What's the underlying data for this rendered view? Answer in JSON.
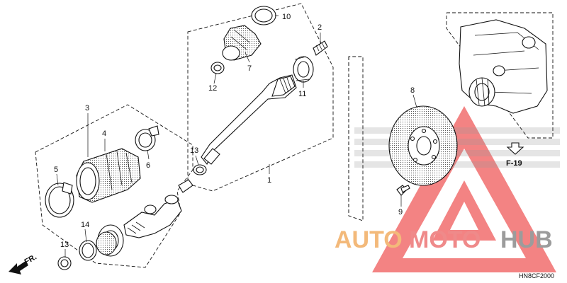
{
  "callouts": [
    {
      "id": "1",
      "label": "1"
    },
    {
      "id": "2",
      "label": "2"
    },
    {
      "id": "3",
      "label": "3"
    },
    {
      "id": "4",
      "label": "4"
    },
    {
      "id": "5",
      "label": "5"
    },
    {
      "id": "6",
      "label": "6"
    },
    {
      "id": "7",
      "label": "7"
    },
    {
      "id": "8",
      "label": "8"
    },
    {
      "id": "9",
      "label": "9"
    },
    {
      "id": "10",
      "label": "10"
    },
    {
      "id": "11",
      "label": "11"
    },
    {
      "id": "12",
      "label": "12"
    },
    {
      "id": "13a",
      "label": "13"
    },
    {
      "id": "13b",
      "label": "13"
    },
    {
      "id": "14",
      "label": "14"
    }
  ],
  "reference": {
    "label": "F-19"
  },
  "direction": {
    "label": "FR."
  },
  "diagram_code": "HN8CF2000",
  "watermark": {
    "part1": "AUTO",
    "part2": "MOTO",
    "part3": "HUB",
    "colors": {
      "auto": "#f3b97a",
      "moto": "#ef8a8a",
      "hub": "#9c9c9c",
      "triangle": "#ef5a5a"
    }
  }
}
